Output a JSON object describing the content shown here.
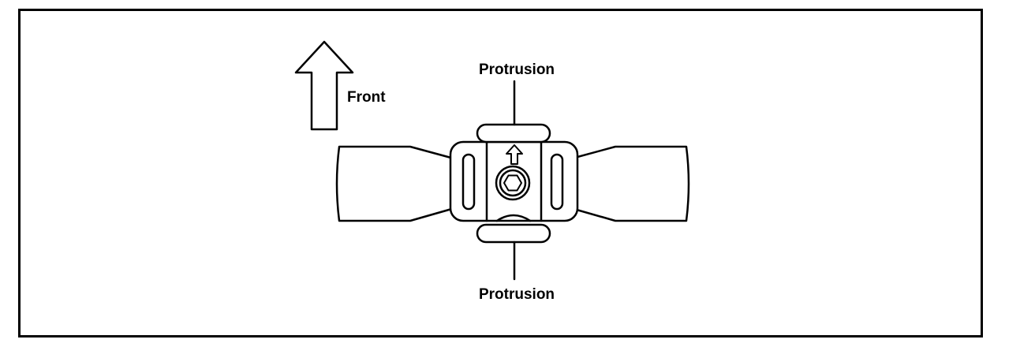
{
  "diagram": {
    "direction_label": "Front",
    "callout_top": "Protrusion",
    "callout_bottom": "Protrusion",
    "colors": {
      "ink": "#000000",
      "background": "#ffffff"
    },
    "icons": [
      "front-arrow-icon",
      "direction-arrow-icon",
      "hex-bolt-icon"
    ]
  }
}
